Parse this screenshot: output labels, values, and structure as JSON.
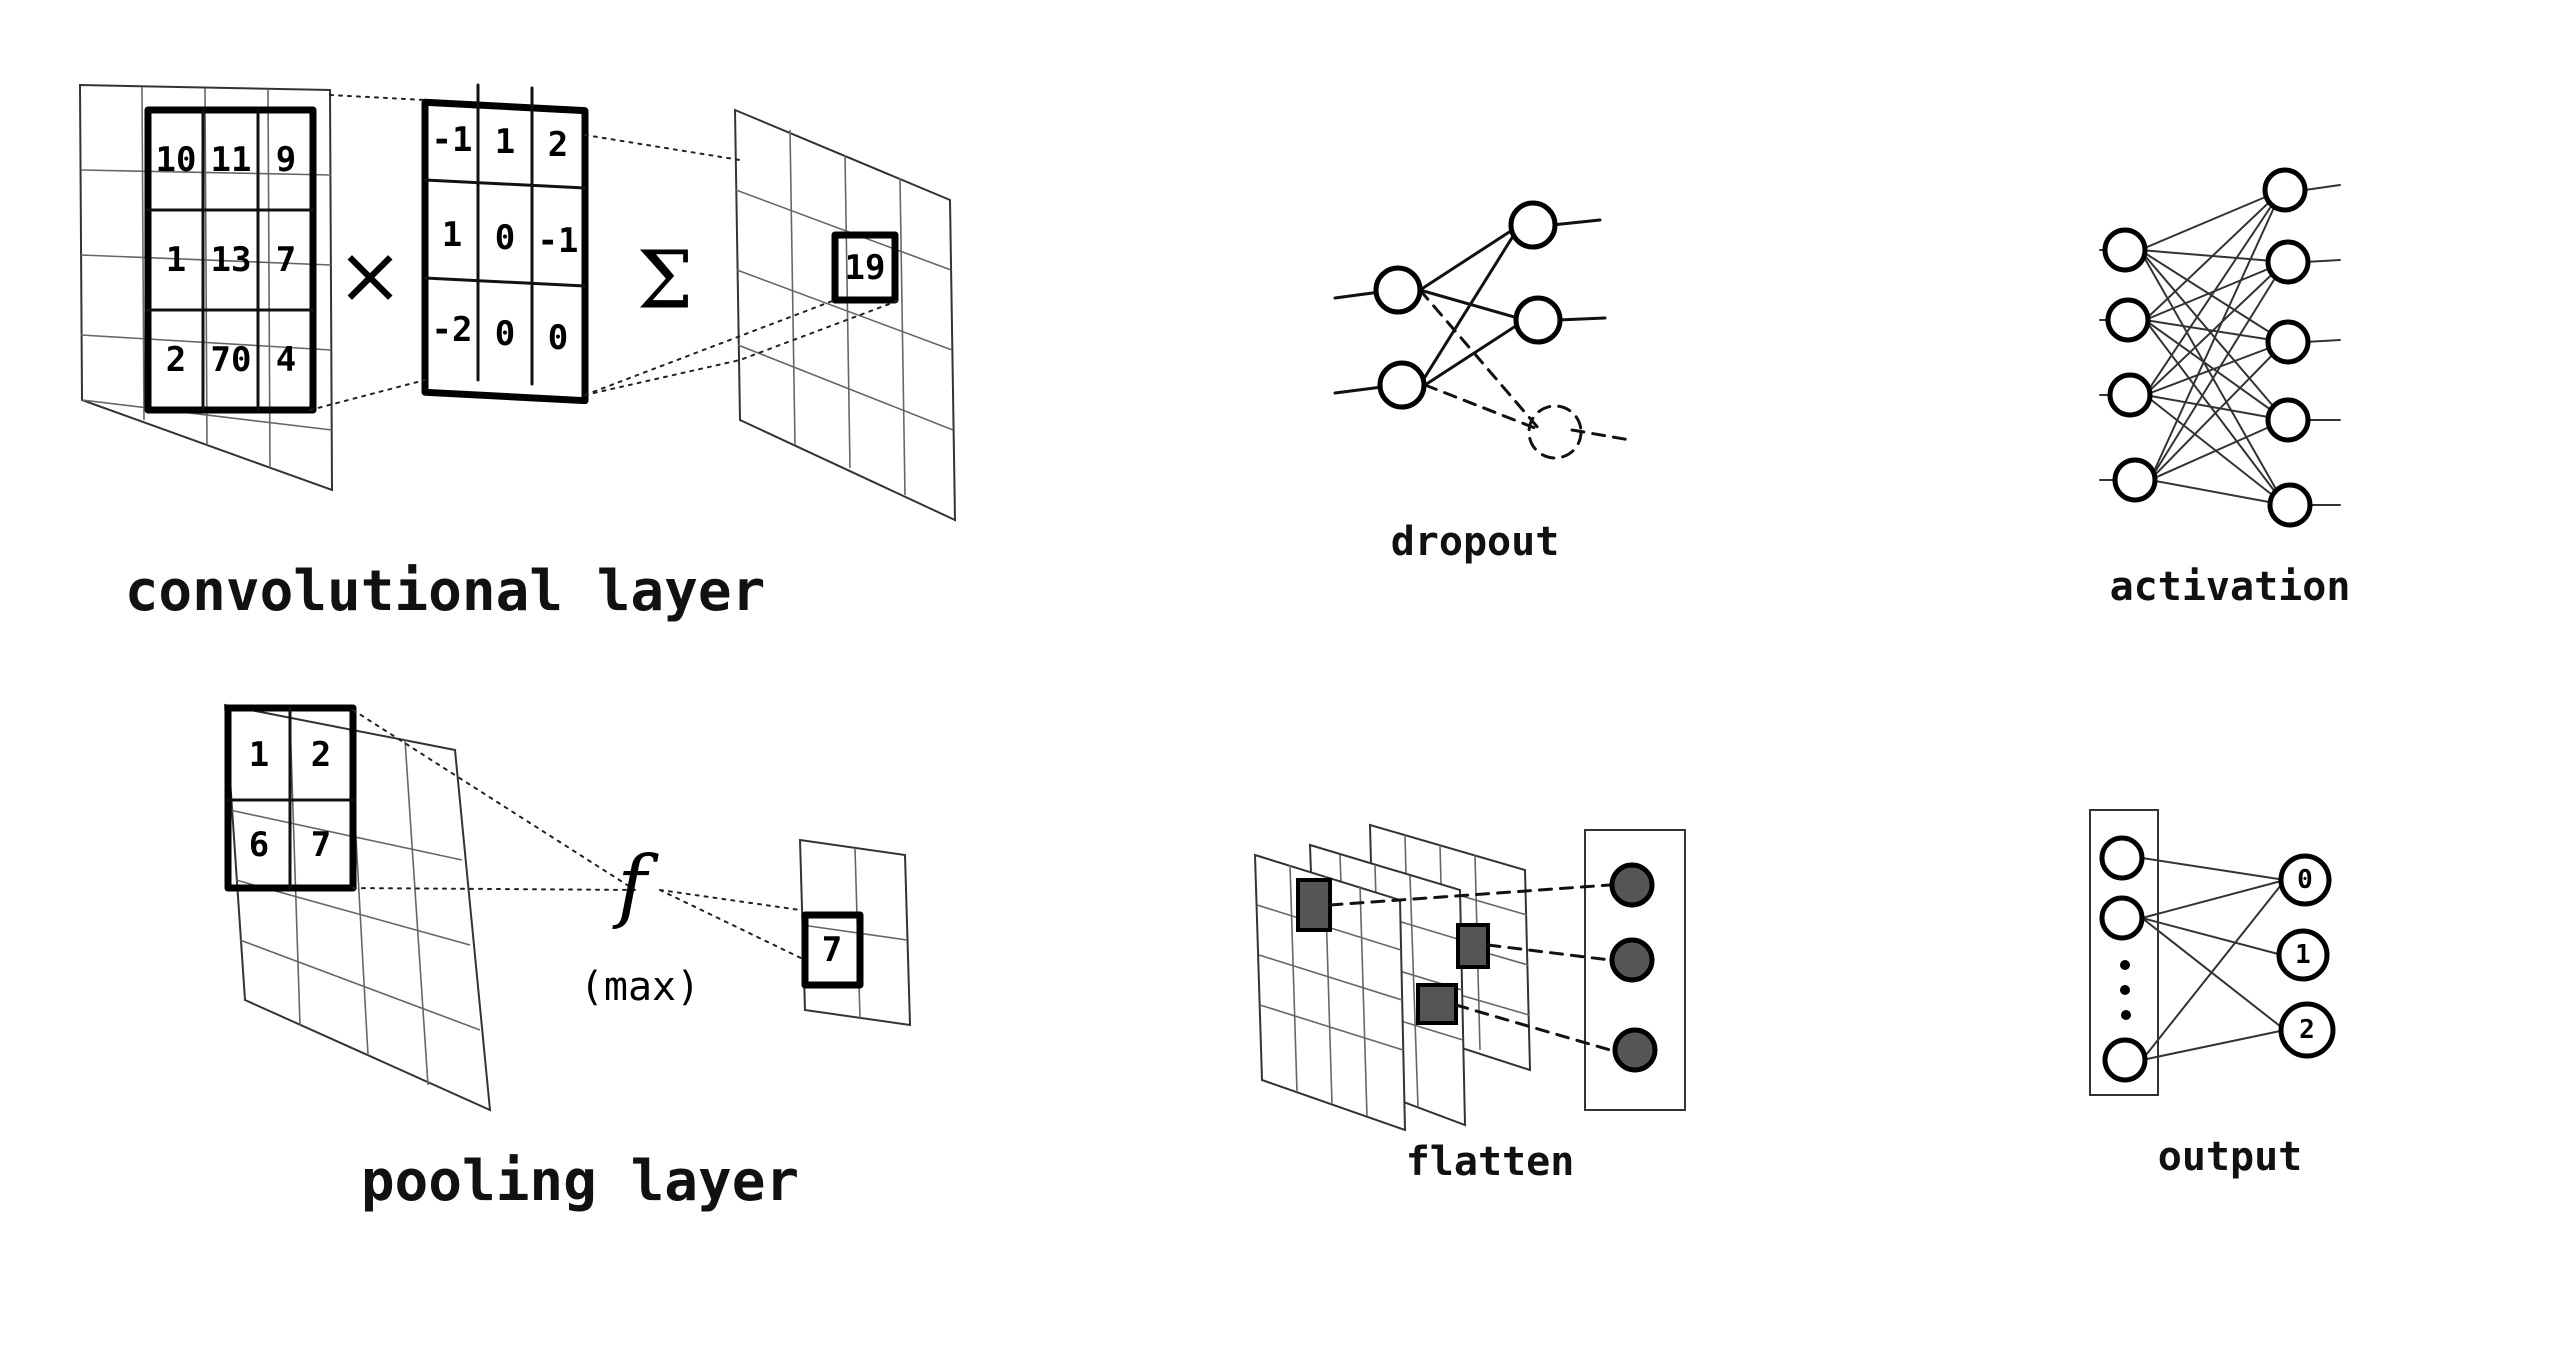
{
  "labels": {
    "conv": "convolutional layer",
    "pool": "pooling layer",
    "dropout": "dropout",
    "activation": "activation",
    "flatten": "flatten",
    "output": "output"
  },
  "conv": {
    "input_patch": [
      "10",
      "11",
      "9",
      "1",
      "13",
      "7",
      "2",
      "70",
      "4"
    ],
    "kernel": [
      "-1",
      "1",
      "2",
      "1",
      "0",
      "-1",
      "-2",
      "0",
      "0"
    ],
    "multiply_symbol": "×",
    "sum_symbol": "Σ",
    "result": "19"
  },
  "pool": {
    "input_patch": [
      "1",
      "2",
      "6",
      "7"
    ],
    "function_symbol": "f",
    "function_note": "(max)",
    "result": "7"
  },
  "output": {
    "classes": [
      "0",
      "1",
      "2"
    ]
  }
}
